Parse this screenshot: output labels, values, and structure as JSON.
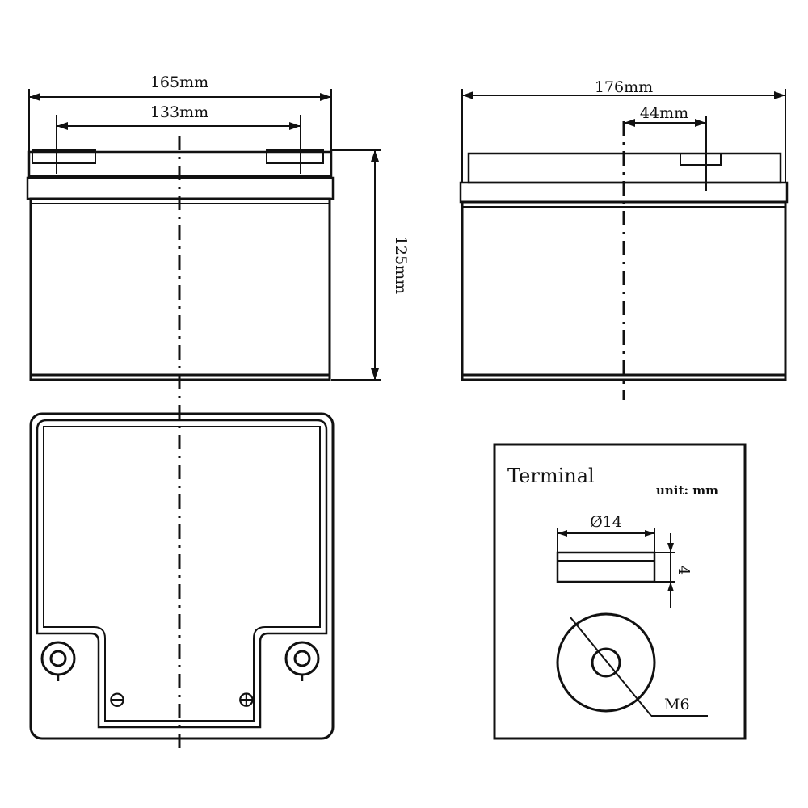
{
  "front_view": {
    "width_label": "165mm",
    "terminal_spacing_label": "133mm",
    "height_label": "125mm"
  },
  "side_view": {
    "length_label": "176mm",
    "terminal_offset_label": "44mm"
  },
  "top_view": {
    "negative_symbol": "⊖",
    "positive_symbol": "⊕"
  },
  "terminal_detail": {
    "title": "Terminal",
    "unit_label": "unit: mm",
    "diameter_label": "Ø14",
    "thickness_label": "4",
    "thread_label": "M6"
  }
}
